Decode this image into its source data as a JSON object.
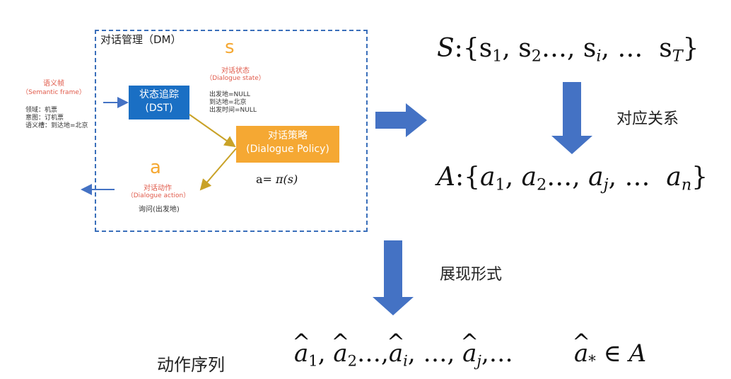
{
  "dm": {
    "title": "对话管理（DM）",
    "semantic_frame": {
      "title": "语义帧",
      "subtitle": "（Semantic frame）",
      "lines": [
        "领域：机票",
        "意图：订机票",
        "语义槽：到达地=北京"
      ]
    },
    "dst": {
      "label_cn": "状态追踪",
      "label_en": "(DST)"
    },
    "state": {
      "symbol": "s",
      "title": "对话状态",
      "subtitle": "（Dialogue state）",
      "lines": [
        "出发地=NULL",
        "到达地=北京",
        "出发时间=NULL"
      ]
    },
    "policy": {
      "label_cn": "对话策略",
      "label_en": "(Dialogue Policy)",
      "formula_pre": "a= ",
      "formula_pi": "π",
      "formula_arg": "(s)"
    },
    "action": {
      "symbol": "a",
      "title": "对话动作",
      "subtitle": "（Dialogue action）",
      "value": "询问(出发地)"
    }
  },
  "sets": {
    "S": {
      "name": "S",
      "colon": ":",
      "open": "{",
      "e1": "s",
      "s1": "1",
      "e2": "s",
      "s2": "2",
      "e3": "s",
      "s3": "i",
      "dots": "…",
      "e4": "s",
      "s4": "T",
      "close": "}"
    },
    "A": {
      "name": "A",
      "colon": ":",
      "open": "{",
      "e1": "a",
      "s1": "1",
      "e2": "a",
      "s2": "2",
      "e3": "a",
      "s3": "j",
      "dots": "…",
      "e4": "a",
      "s4": "n",
      "close": "}"
    }
  },
  "labels": {
    "correspondence": "对应关系",
    "form": "展现形式",
    "sequence": "动作序列"
  },
  "sequence": {
    "base": "a",
    "sub1": "1",
    "sub2": "2",
    "sub3": "i",
    "sub4": "j",
    "star": "*",
    "member": "∈",
    "set": "A",
    "dots": "…"
  },
  "colors": {
    "dst_box": "#1a6fc4",
    "policy_box": "#f5a833",
    "accent_label": "#e05a4a",
    "dashed_border": "#3a6fba",
    "big_arrow": "#4472c4",
    "flow_arrow": "#c9a227"
  }
}
